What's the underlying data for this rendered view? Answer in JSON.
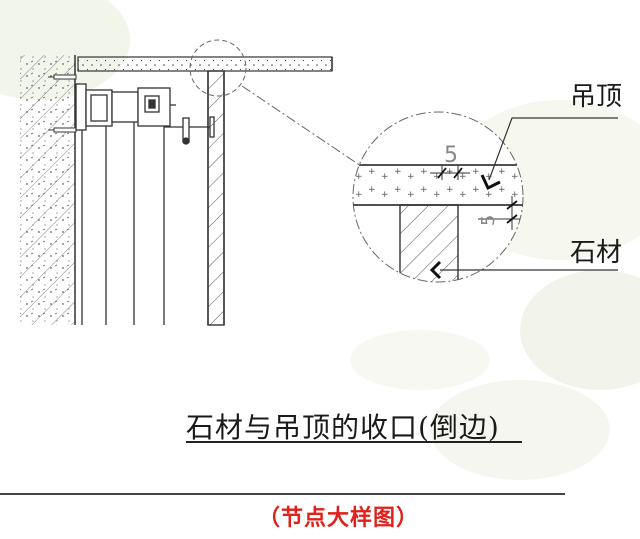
{
  "labels": {
    "ceiling": "吊顶",
    "stone": "石材"
  },
  "dimensions": {
    "dim_top": "5",
    "dim_side": "5"
  },
  "title": "石材与吊顶的收口(倒边)",
  "subtitle": "（节点大样图）",
  "colors": {
    "line": "#333333",
    "subtitle": "#e0201a",
    "background_leaf": "#e6ead8"
  }
}
